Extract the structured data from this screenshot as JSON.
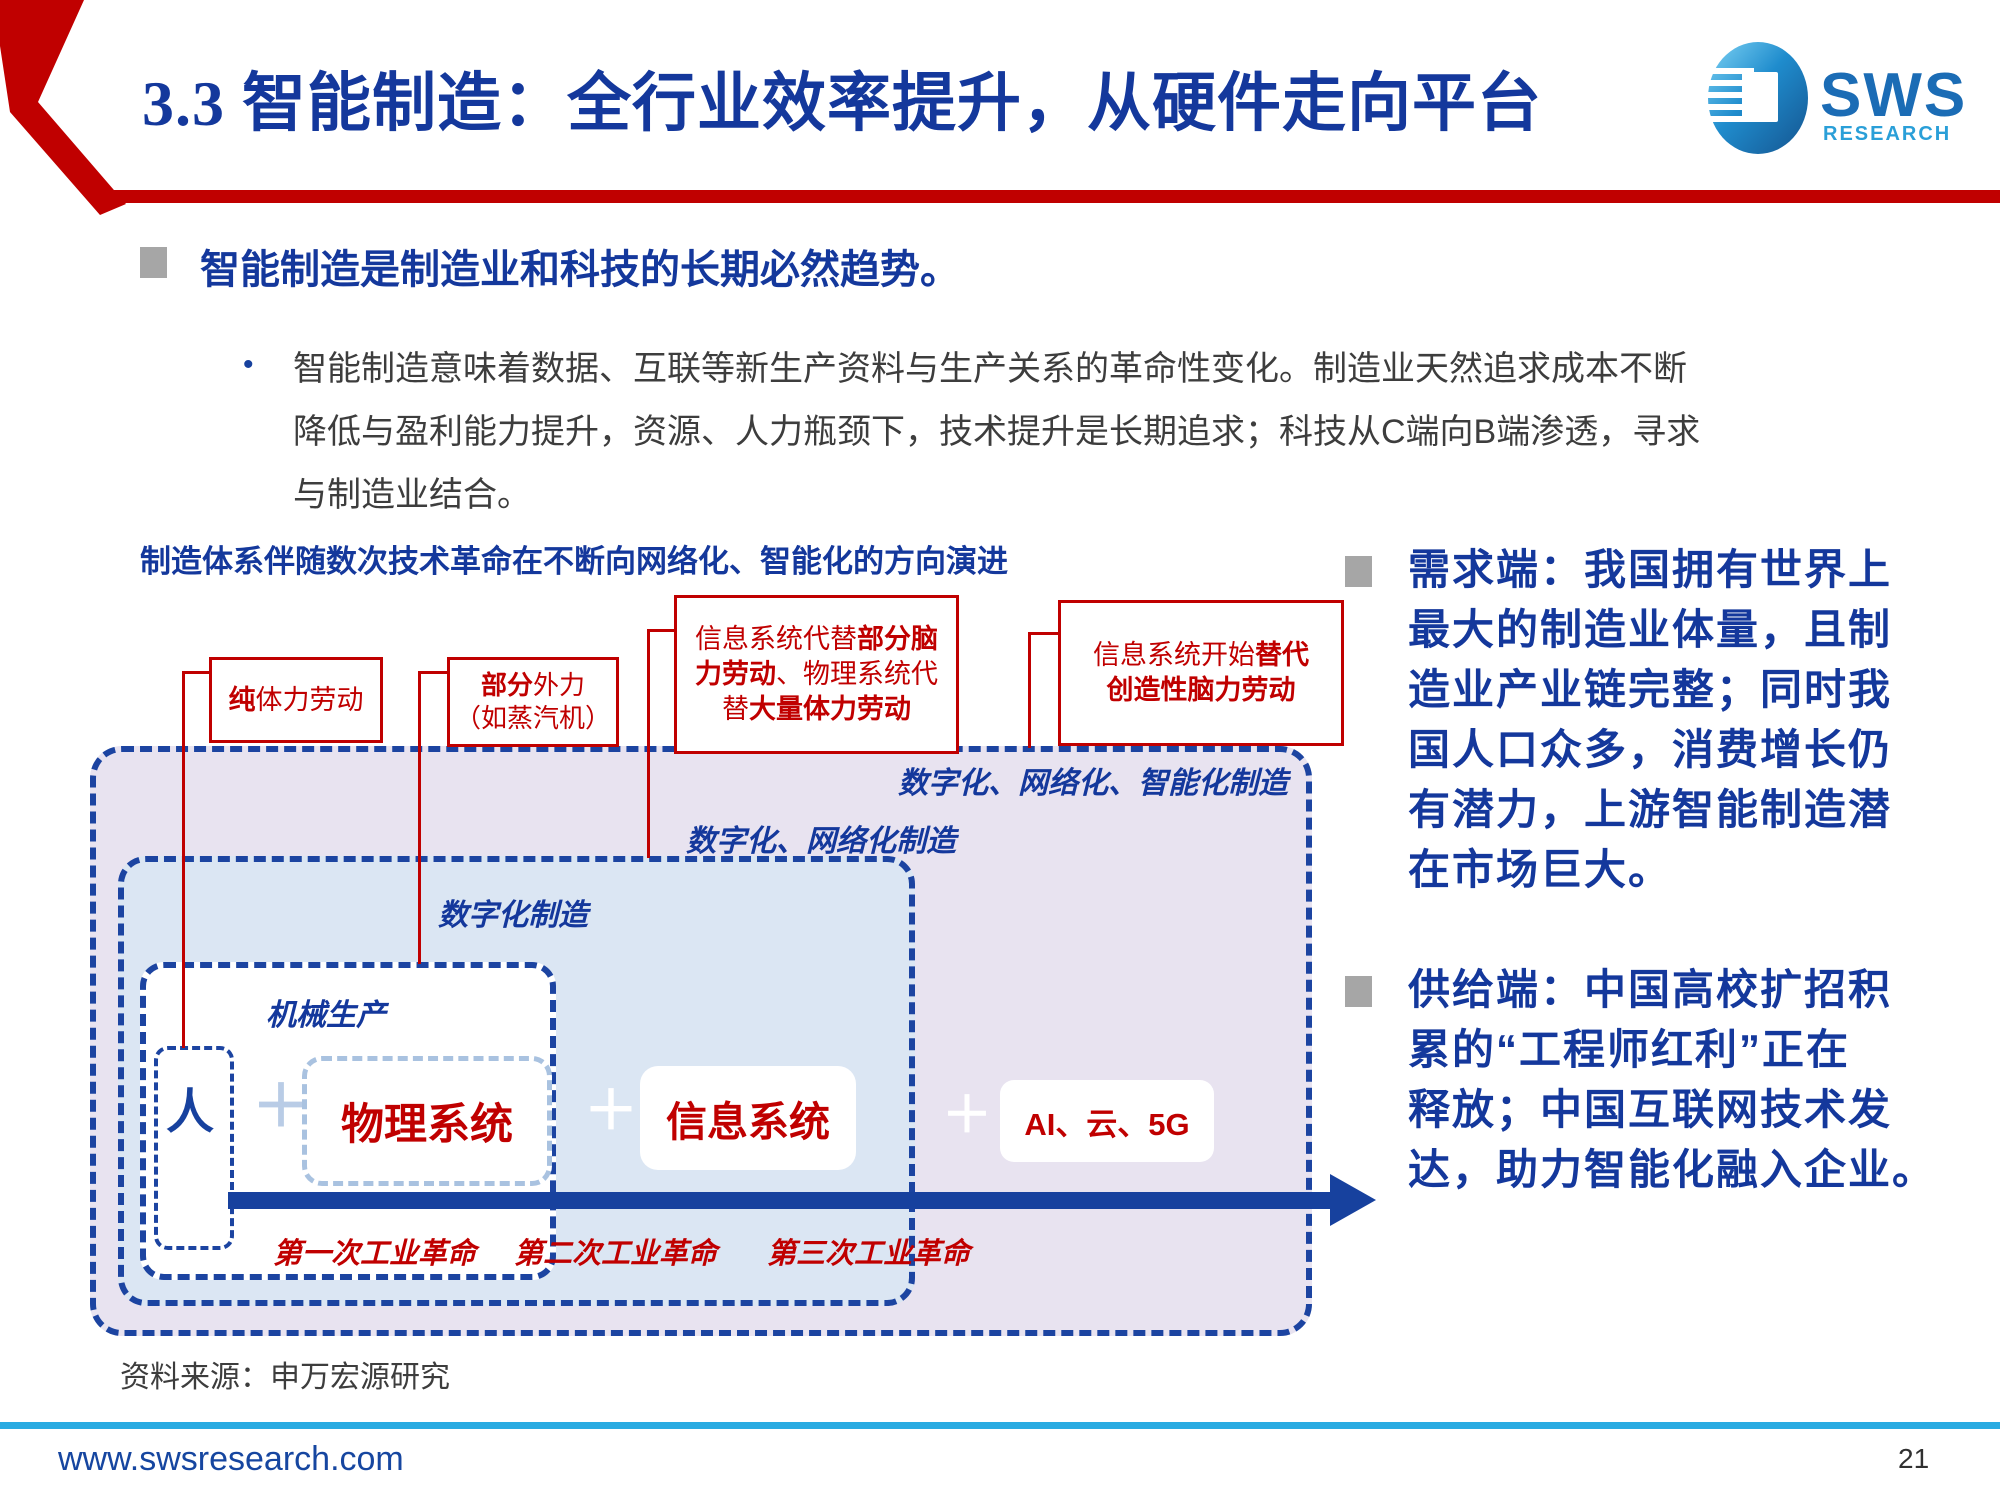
{
  "slide": {
    "title": "3.3 智能制造：全行业效率提升，从硬件走向平台",
    "page_number": "21",
    "website": "www.swsresearch.com",
    "source": "资料来源：申万宏源研究"
  },
  "logo": {
    "name": "SWS",
    "sub": "RESEARCH"
  },
  "key_point": {
    "heading": "智能制造是制造业和科技的长期必然趋势。",
    "sub_marker": "•",
    "detail": "智能制造意味着数据、互联等新生产资料与生产关系的革命性变化。制造业天然追求成本不断\n降低与盈利能力提升，资源、人力瓶颈下，技术提升是长期追求；科技从C端向B端渗透，寻求\n与制造业结合。"
  },
  "diagram": {
    "title": "制造体系伴随数次技术革命在不断向网络化、智能化的方向演进",
    "callouts": {
      "pure_labor": [
        [
          {
            "t": "纯",
            "b": true
          },
          {
            "t": "体力劳动",
            "b": false
          }
        ]
      ],
      "partial_external": [
        [
          {
            "t": "部分",
            "b": true
          },
          {
            "t": "外力",
            "b": false
          }
        ],
        [
          {
            "t": "（如蒸汽机）",
            "b": false
          }
        ]
      ],
      "info_replace": [
        [
          {
            "t": "信息系统代替",
            "b": false
          },
          {
            "t": "部分脑",
            "b": true
          }
        ],
        [
          {
            "t": "力劳动",
            "b": true
          },
          {
            "t": "、物理系统代",
            "b": false
          }
        ],
        [
          {
            "t": "替",
            "b": false
          },
          {
            "t": "大量体力劳动",
            "b": true
          }
        ]
      ],
      "info_creative": [
        [
          {
            "t": "信息系统开始",
            "b": false
          },
          {
            "t": "替代",
            "b": true
          }
        ],
        [
          {
            "t": "创造性脑力劳动",
            "b": true
          }
        ]
      ]
    },
    "levels": {
      "l4": "数字化、网络化、智能化制造",
      "l3": "数字化、网络化制造",
      "l2": "数字化制造",
      "l1": "机械生产"
    },
    "elements": {
      "human": "人",
      "plus": "＋",
      "physical": "物理系统",
      "information": "信息系统",
      "ai": "AI、云、5G"
    },
    "revolutions": [
      "第一次工业革命",
      "第二次工业革命",
      "第三次工业革命"
    ]
  },
  "insights": {
    "demand": "需求端：我国拥有世界上\n最大的制造业体量，且制\n造业产业链完整；同时我\n国人口众多，消费增长仍\n有潜力，上游智能制造潜\n在市场巨大。",
    "supply": "供给端：中国高校扩招积\n累的“工程师红利”正在\n释放；中国互联网技术发\n达，助力智能化融入企业。"
  },
  "colors": {
    "accent_red": "#c00000",
    "deep_blue": "#14389c",
    "dashed_blue": "#1c44a1",
    "cyan_line": "#29abe2",
    "purple_fill": "#e8e3f0",
    "blue_fill": "#dbe6f3"
  }
}
